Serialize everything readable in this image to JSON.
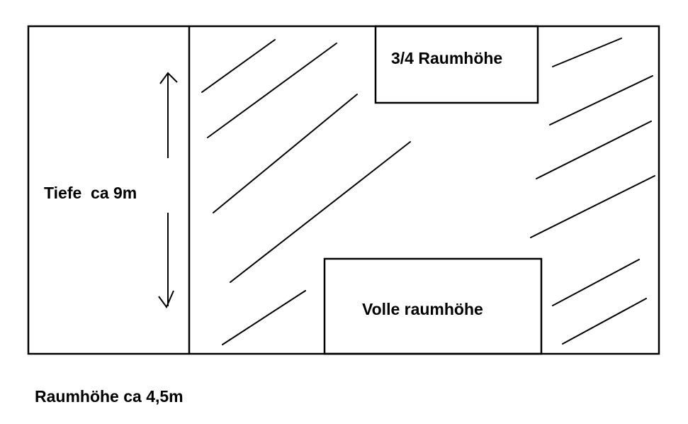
{
  "labels": {
    "depth": "Tiefe  ca 9m",
    "three_quarter_height": "3/4 Raumhöhe",
    "full_height": "Volle raumhöhe",
    "room_height": "Raumhöhe ca 4,5m"
  },
  "colors": {
    "stroke": "#000000",
    "background": "#ffffff"
  }
}
